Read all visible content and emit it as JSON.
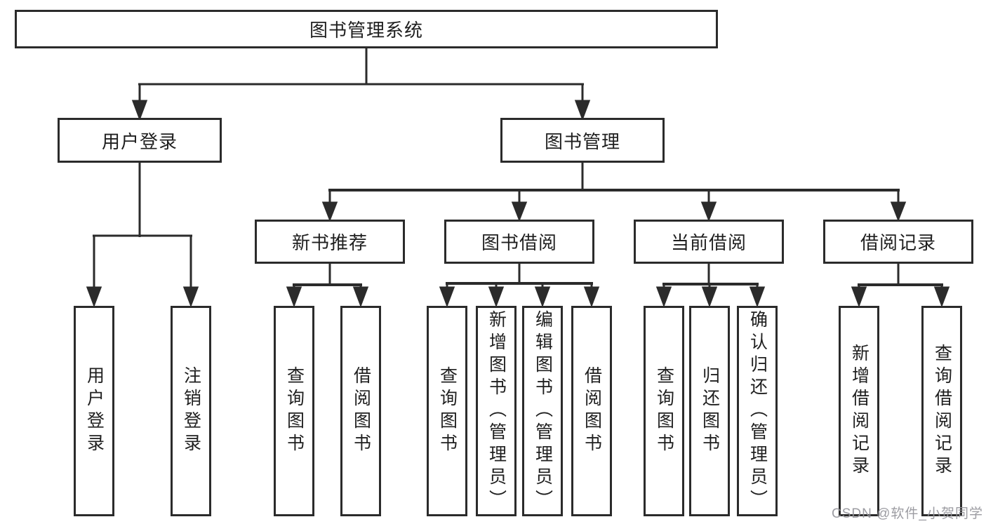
{
  "diagram": {
    "title_node": "图书管理系统",
    "level2": {
      "user_login": "用户登录",
      "book_management": "图书管理"
    },
    "level3": {
      "new_book_recommend": "新书推荐",
      "book_borrow": "图书借阅",
      "current_borrow": "当前借阅",
      "borrow_records": "借阅记录"
    },
    "leaves": {
      "user_login": "用户登录",
      "logout": "注销登录",
      "query_books_1": "查询图书",
      "borrow_books_1": "借阅图书",
      "query_books_2": "查询图书",
      "add_books_admin": "新增图书（管理员）",
      "edit_books_admin": "编辑图书（管理员）",
      "borrow_books_2": "借阅图书",
      "query_books_3": "查询图书",
      "return_books": "归还图书",
      "confirm_return_admin": "确认归还（管理员）",
      "add_borrow_record": "新增借阅记录",
      "query_borrow_record": "查询借阅记录"
    }
  },
  "watermark": {
    "text": "CSDN @软件_小贺同学"
  },
  "colors": {
    "line": "#2b2b2b",
    "box_border": "#2b2b2b",
    "text": "#1f1f1f",
    "background": "#ffffff",
    "watermark": "#94949a"
  }
}
